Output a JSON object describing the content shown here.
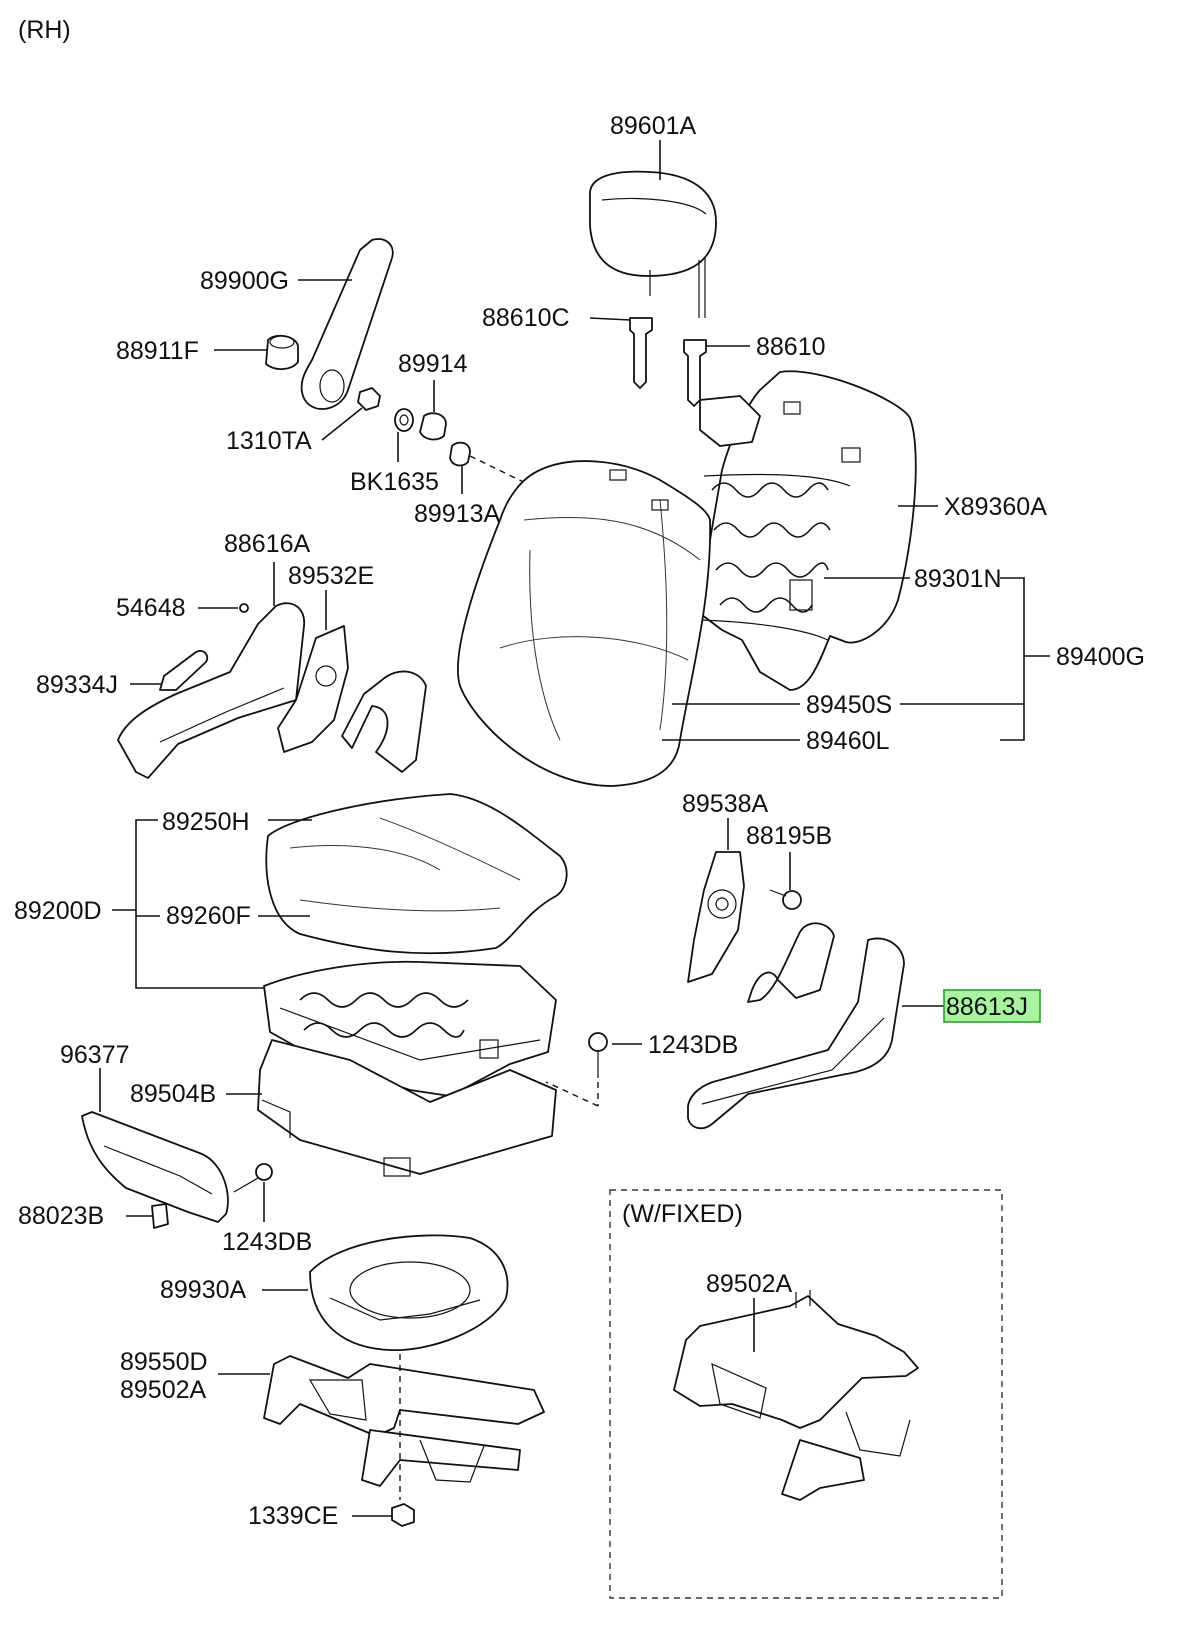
{
  "header": {
    "variant_label": "(RH)"
  },
  "colors": {
    "line": "#111111",
    "background": "#ffffff",
    "highlight_fill": "#a9f3a0",
    "highlight_border": "#2fa02a"
  },
  "highlighted_part": "88613J",
  "labels": {
    "p89601A": "89601A",
    "p89900G": "89900G",
    "p88911F": "88911F",
    "p1310TA": "1310TA",
    "p89914": "89914",
    "pBK1635": "BK1635",
    "p89913A": "89913A",
    "p88610C": "88610C",
    "p88610": "88610",
    "pX89360A": "X89360A",
    "p89301N": "89301N",
    "p89400G": "89400G",
    "p89450S": "89450S",
    "p89460L": "89460L",
    "p88616A": "88616A",
    "p89532E": "89532E",
    "p54648": "54648",
    "p89334J": "89334J",
    "p89250H": "89250H",
    "p89200D": "89200D",
    "p89260F": "89260F",
    "p89538A": "89538A",
    "p88195B": "88195B",
    "p88613J": "88613J",
    "p1243DB_a": "1243DB",
    "p96377": "96377",
    "p89504B": "89504B",
    "p88023B": "88023B",
    "p1243DB_b": "1243DB",
    "p89930A": "89930A",
    "p89550D": "89550D",
    "p89502A_a": "89502A",
    "p1339CE": "1339CE",
    "p89502A_b": "89502A"
  },
  "callouts": {
    "fixed_variant": "(W/FIXED)"
  }
}
